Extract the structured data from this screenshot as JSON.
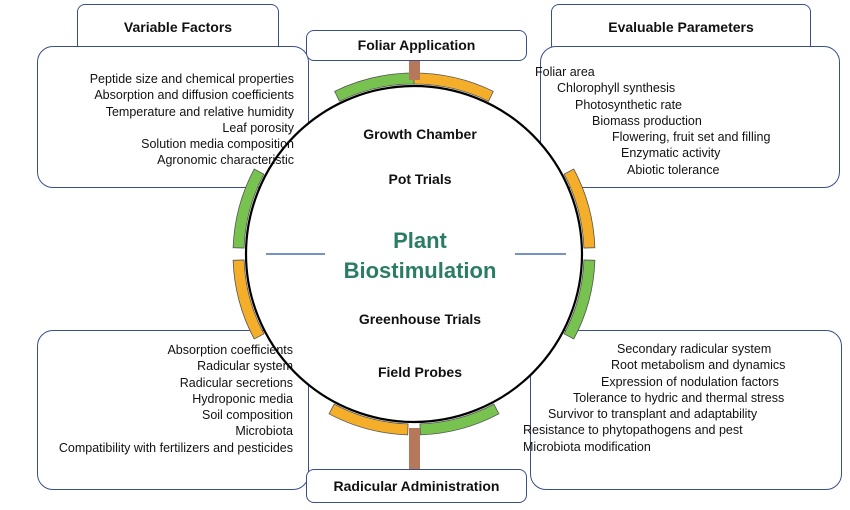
{
  "center": {
    "title_line1": "Plant",
    "title_line2": "Biostimulation",
    "trials": [
      "Growth Chamber",
      "Pot Trials",
      "Greenhouse Trials",
      "Field Probes"
    ]
  },
  "top_label": "Foliar Application",
  "bottom_label": "Radicular Administration",
  "top_left": {
    "tab": "Variable Factors",
    "items": [
      "Peptide size and chemical properties",
      "Absorption and diffusion coefficients",
      "Temperature and relative humidity",
      "Leaf porosity",
      "Solution media composition",
      "Agronomic characteristic"
    ]
  },
  "top_right": {
    "tab": "Evaluable Parameters",
    "items": [
      "Foliar area",
      "Chlorophyll synthesis",
      "Photosynthetic rate",
      "Biomass production",
      "Flowering, fruit set and filling",
      "Enzymatic activity",
      "Abiotic tolerance"
    ]
  },
  "bottom_left": {
    "items": [
      "Absorption coefficients",
      "Radicular system",
      "Radicular secretions",
      "Hydroponic media",
      "Soil composition",
      "Microbiota",
      "Compatibility with fertilizers and pesticides"
    ]
  },
  "bottom_right": {
    "items": [
      "Secondary radicular system",
      "Root metabolism and dynamics",
      "Expression of nodulation factors",
      "Tolerance to hydric and thermal stress",
      "Survivor to transplant and adaptability",
      "Resistance to phytopathogens and pest",
      "Microbiota modification"
    ]
  },
  "colors": {
    "green": "#78c250",
    "orange": "#f5ae2a",
    "stem": "#b5785a",
    "border": "#3a4f8a",
    "title": "#2a7d64"
  }
}
